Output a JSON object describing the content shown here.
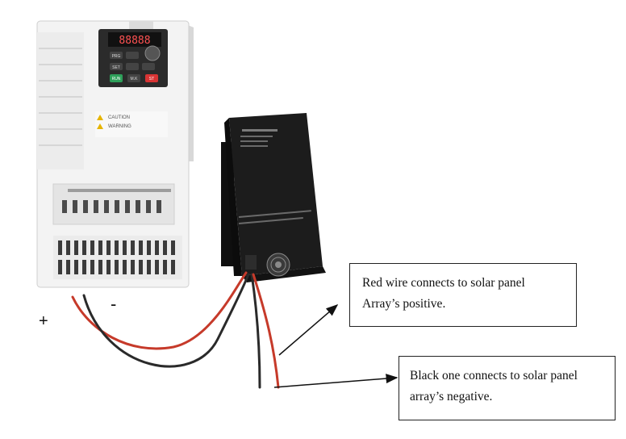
{
  "inverter": {
    "display": "88888",
    "keys": [
      "PRG",
      "",
      "",
      "SET",
      "",
      "RUN",
      "M.K",
      "ST"
    ],
    "caution": "CAUTION",
    "warning": "WARNING"
  },
  "polarity": {
    "positive": "+",
    "negative": "-"
  },
  "callouts": {
    "red": {
      "line1": "Red wire connects to solar panel",
      "line2": "Array’s positive."
    },
    "black": {
      "line1": "Black one connects to solar panel",
      "line2": "array’s negative."
    }
  },
  "colors": {
    "red_wire": "#c63a2a",
    "black_wire": "#2a2a2a",
    "inverter_body": "#f3f3f3",
    "box_body": "#1c1c1c"
  }
}
